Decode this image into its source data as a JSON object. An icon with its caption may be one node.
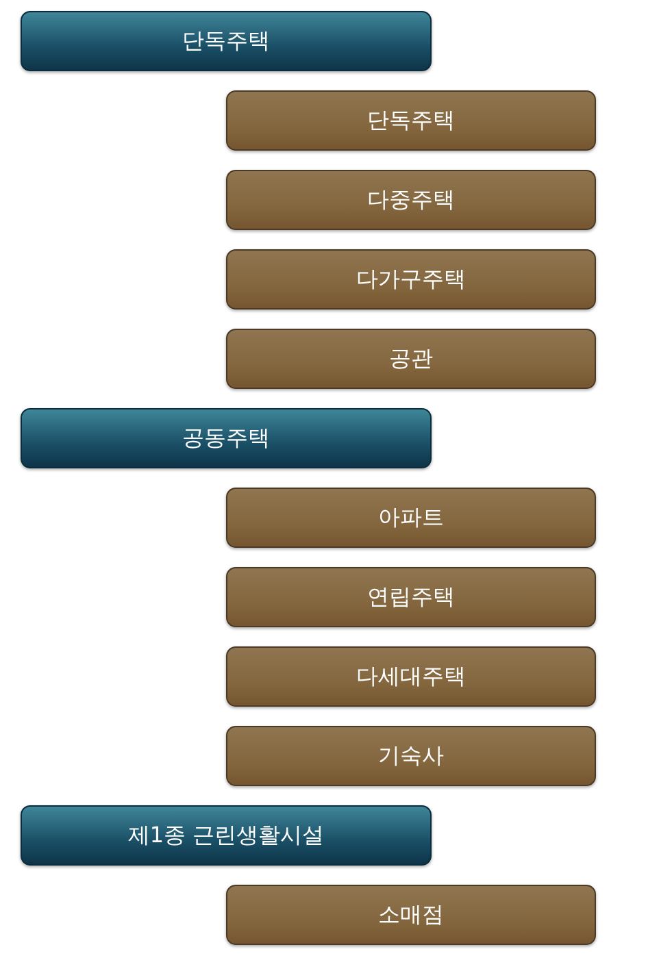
{
  "diagram": {
    "nodes": [
      {
        "text": [
          "단독주택"
        ]
      },
      {
        "text": [
          "단독주택"
        ]
      },
      {
        "text": [
          "다중주택"
        ]
      },
      {
        "text": [
          "다가구주택"
        ]
      },
      {
        "text": [
          "공관"
        ]
      },
      {
        "text": [
          "공동주택"
        ]
      },
      {
        "text": [
          "아파트"
        ]
      },
      {
        "text": [
          "연립주택"
        ]
      },
      {
        "text": [
          "다세대주택"
        ]
      },
      {
        "text": [
          "기숙사"
        ]
      },
      {
        "text": [
          "제1종 근린생활시설"
        ]
      },
      {
        "text": [
          "소매점"
        ]
      }
    ]
  }
}
